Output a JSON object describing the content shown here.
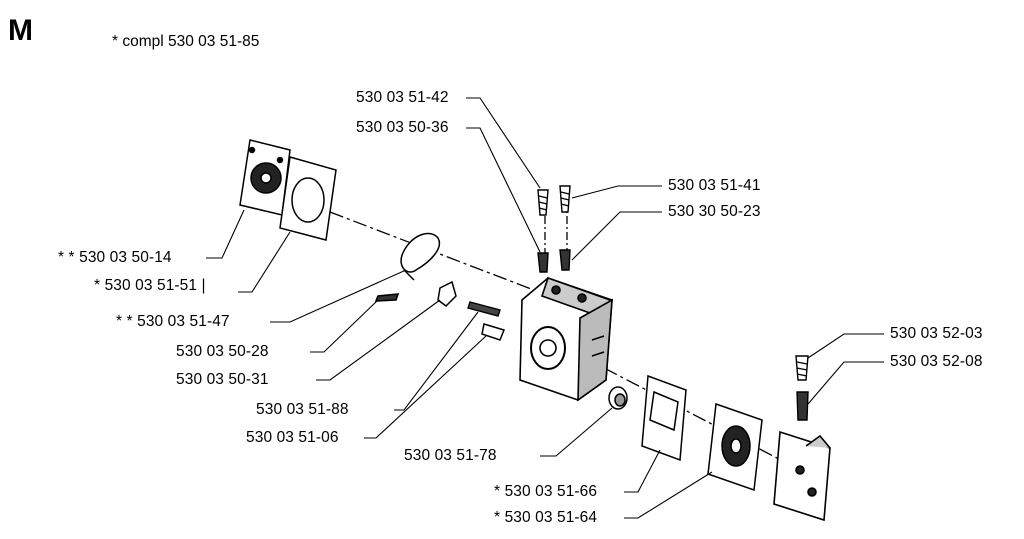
{
  "section_letter": "M",
  "complete_note": "* compl 530 03 51-85",
  "parts": [
    {
      "label": "530 03 51-42",
      "prefix": ""
    },
    {
      "label": "530 03 50-36",
      "prefix": ""
    },
    {
      "label": "530 03 51-41",
      "prefix": ""
    },
    {
      "label": "530 30 50-23",
      "prefix": ""
    },
    {
      "label": "530 03 50-14",
      "prefix": "* *"
    },
    {
      "label": "530 03 51-51",
      "prefix": "*"
    },
    {
      "label": "530 03 51-47",
      "prefix": "* *"
    },
    {
      "label": "530 03 50-28",
      "prefix": ""
    },
    {
      "label": "530 03 50-31",
      "prefix": ""
    },
    {
      "label": "530 03 51-88",
      "prefix": ""
    },
    {
      "label": "530 03 51-06",
      "prefix": ""
    },
    {
      "label": "530 03 51-78",
      "prefix": ""
    },
    {
      "label": "530 03 51-66",
      "prefix": "*"
    },
    {
      "label": "530 03 51-64",
      "prefix": "*"
    },
    {
      "label": "530 03 52-03",
      "prefix": ""
    },
    {
      "label": "530 03 52-08",
      "prefix": ""
    }
  ]
}
